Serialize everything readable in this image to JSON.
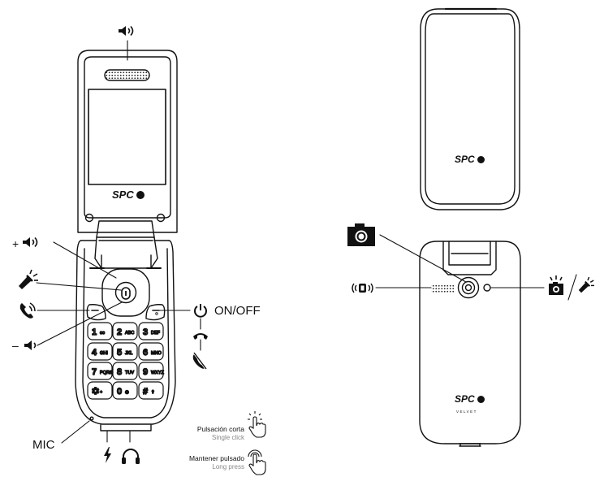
{
  "brand": "SPC",
  "model": "VELVET",
  "labels": {
    "on_off": "ON/OFF",
    "mic": "MIC",
    "plus": "+",
    "minus": "–"
  },
  "legend": {
    "short_es": "Pulsación corta",
    "short_en": "Single click",
    "long_es": "Mantener pulsado",
    "long_en": "Long press"
  },
  "keys": [
    {
      "num": "1",
      "sub": "oo"
    },
    {
      "num": "2",
      "sub": "ABC"
    },
    {
      "num": "3",
      "sub": "DEF"
    },
    {
      "num": "4",
      "sub": "GHI"
    },
    {
      "num": "5",
      "sub": "JKL"
    },
    {
      "num": "6",
      "sub": "MNO"
    },
    {
      "num": "7",
      "sub": "PQRS"
    },
    {
      "num": "8",
      "sub": "TUV"
    },
    {
      "num": "9",
      "sub": "WXYZ"
    },
    {
      "num": "✱",
      "sub": "+"
    },
    {
      "num": "0",
      "sub": "◎"
    },
    {
      "num": "#",
      "sub": "⇧"
    }
  ],
  "icons": [
    "speaker-icon",
    "volume-up-icon",
    "flashlight-icon",
    "call-icon",
    "volume-down-icon",
    "power-icon",
    "end-call-icon",
    "reject-call-icon",
    "charge-icon",
    "headphones-icon",
    "camera-icon",
    "vibration-icon",
    "camera-flash-icon",
    "tap-icon",
    "long-press-icon"
  ]
}
